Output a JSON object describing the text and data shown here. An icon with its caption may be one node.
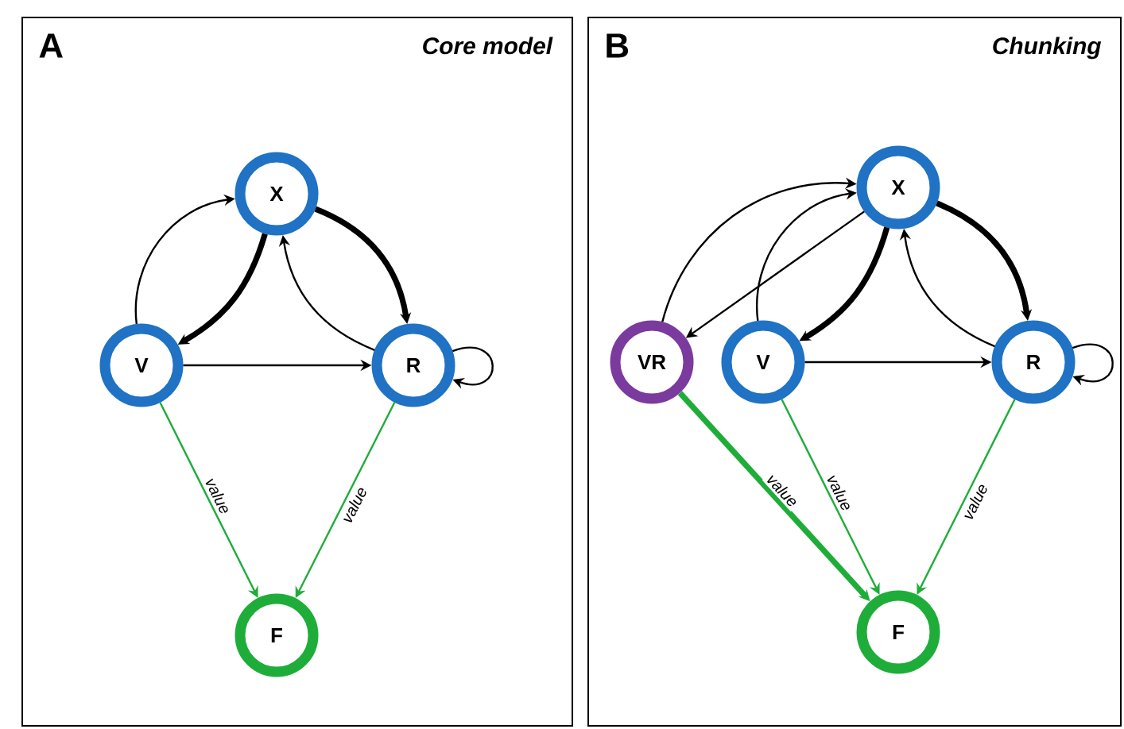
{
  "diagram": {
    "nodes": [
      {
        "text": [
          "A",
          "*Core model*"
        ]
      },
      {
        "text": [
          "X"
        ],
        "in": 0
      },
      {
        "text": [
          "V"
        ],
        "in": 0
      },
      {
        "text": [
          "R"
        ],
        "in": 0
      },
      {
        "text": [
          "F"
        ],
        "in": 0
      },
      {
        "text": [
          "B",
          "*Chunking*"
        ]
      },
      {
        "text": [
          "X"
        ],
        "in": 5
      },
      {
        "text": [
          "VR"
        ],
        "in": 5
      },
      {
        "text": [
          "V"
        ],
        "in": 5
      },
      {
        "text": [
          "R"
        ],
        "in": 5
      },
      {
        "text": [
          "F"
        ],
        "in": 5
      }
    ],
    "edges": [
      {
        "from": 2,
        "to": 1,
        "arrow": "to"
      },
      {
        "from": 1,
        "to": 2,
        "arrow": "to",
        "style": "thick"
      },
      {
        "from": 1,
        "to": 3,
        "arrow": "to",
        "style": "thick"
      },
      {
        "from": 3,
        "to": 1,
        "arrow": "to"
      },
      {
        "from": 2,
        "to": 3,
        "arrow": "to"
      },
      {
        "from": 3,
        "to": 3,
        "arrow": "to"
      },
      {
        "from": 2,
        "to": 4,
        "arrow": "to",
        "label": "value",
        "color": "#1fad3a"
      },
      {
        "from": 3,
        "to": 4,
        "arrow": "to",
        "label": "value",
        "color": "#1fad3a"
      },
      {
        "from": 7,
        "to": 6,
        "arrow": "to"
      },
      {
        "from": 6,
        "to": 7,
        "arrow": "to"
      },
      {
        "from": 8,
        "to": 6,
        "arrow": "to"
      },
      {
        "from": 6,
        "to": 8,
        "arrow": "to",
        "style": "thick"
      },
      {
        "from": 6,
        "to": 9,
        "arrow": "to",
        "style": "thick"
      },
      {
        "from": 9,
        "to": 6,
        "arrow": "to"
      },
      {
        "from": 8,
        "to": 9,
        "arrow": "to"
      },
      {
        "from": 9,
        "to": 9,
        "arrow": "to"
      },
      {
        "from": 7,
        "to": 10,
        "arrow": "to",
        "label": "value",
        "style": "thick",
        "color": "#1fad3a"
      },
      {
        "from": 8,
        "to": 10,
        "arrow": "to",
        "label": "value",
        "color": "#1fad3a"
      },
      {
        "from": 9,
        "to": 10,
        "arrow": "to",
        "label": "value",
        "color": "#1fad3a"
      }
    ]
  }
}
